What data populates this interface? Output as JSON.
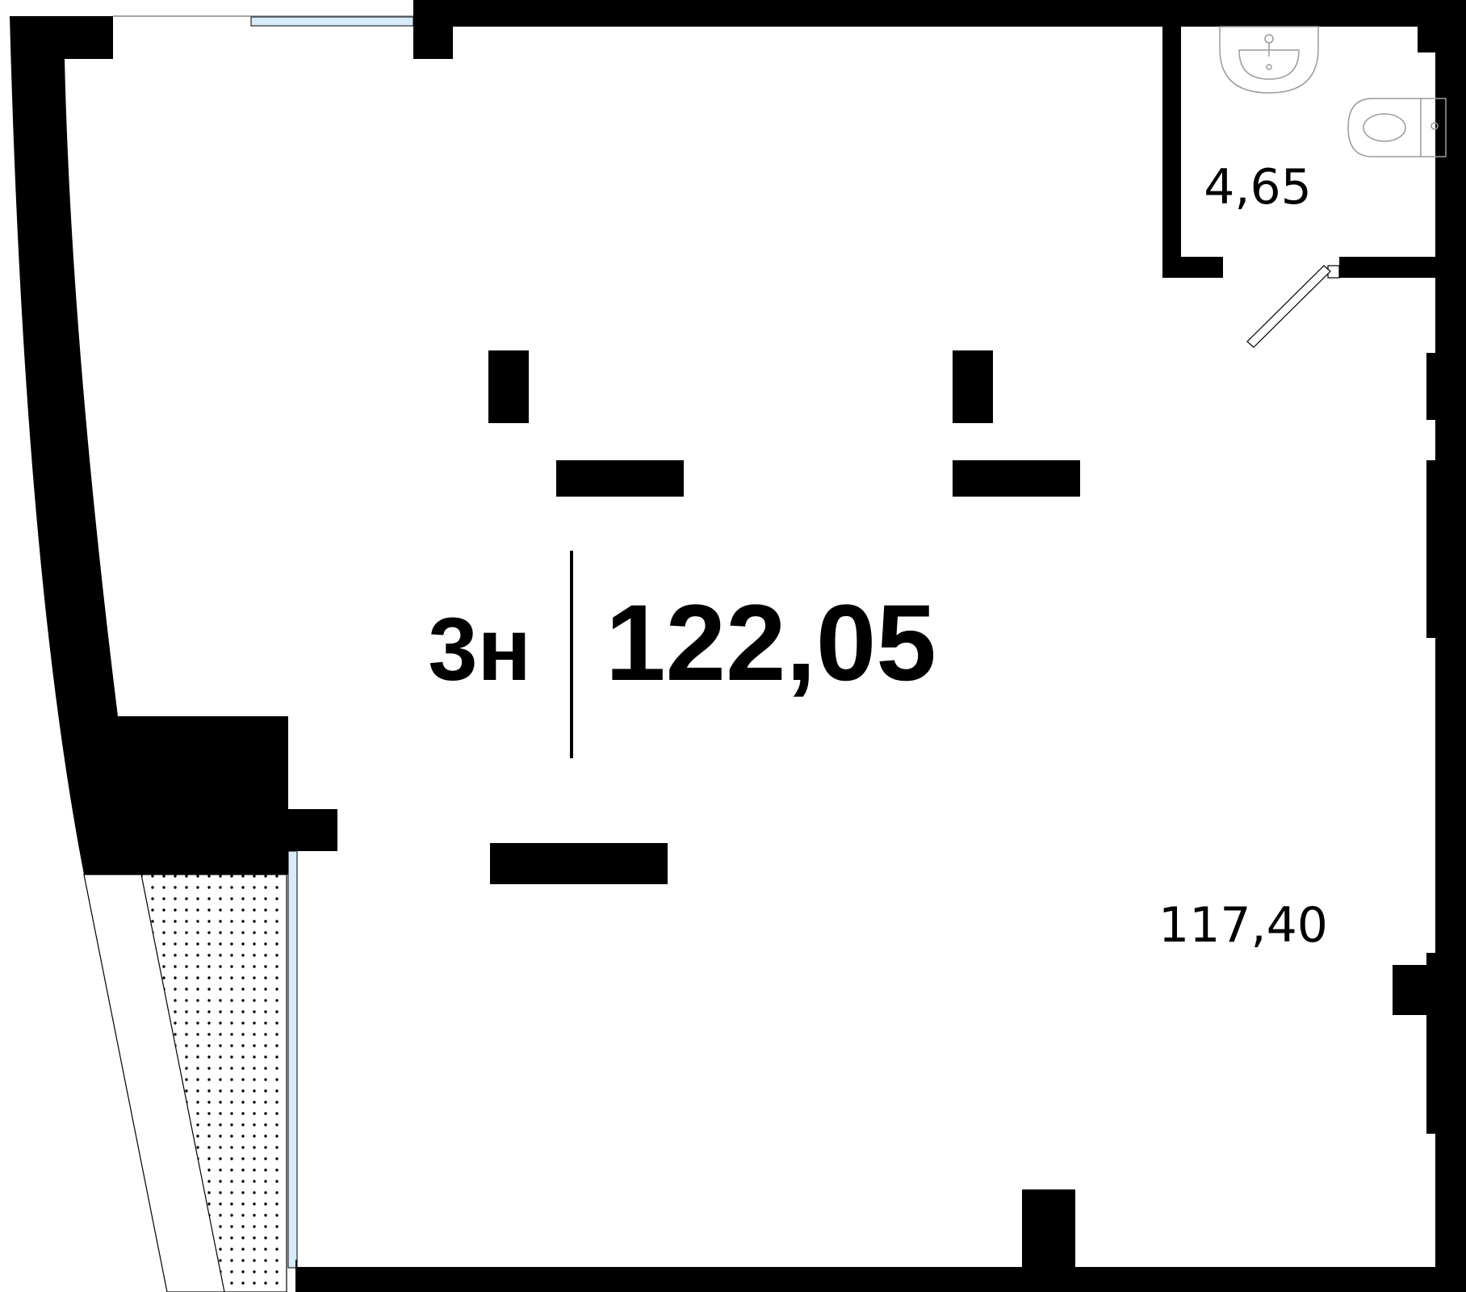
{
  "unit": {
    "number": "3н",
    "total_area": "122,05"
  },
  "rooms": [
    {
      "id": "bathroom",
      "area": "4,65"
    },
    {
      "id": "main-room",
      "area": "117,40"
    }
  ],
  "colors": {
    "wall": "#000000",
    "window_glass": "#d6ecfa",
    "fixture_stroke": "#9a9a9a",
    "terrace_dots": "#000000"
  },
  "fixtures": [
    "sink-icon",
    "toilet-icon",
    "door-swing-icon"
  ]
}
